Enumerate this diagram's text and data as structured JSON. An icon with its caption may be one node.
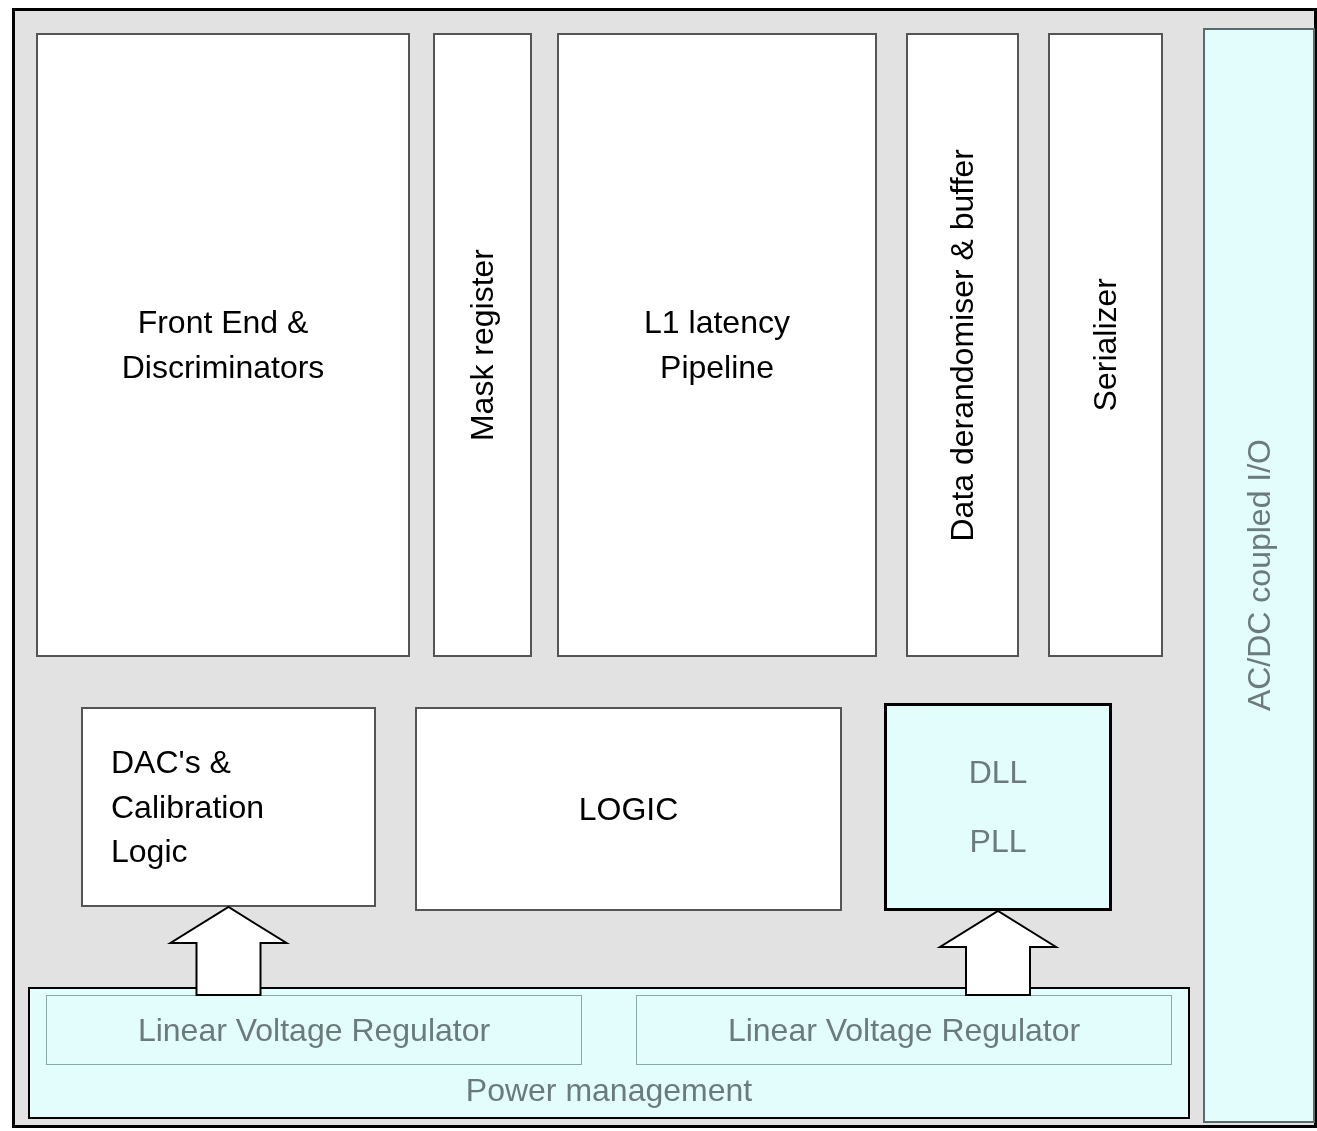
{
  "diagram": {
    "nodes": [
      {
        "text": [
          "Front End & Discriminators"
        ]
      },
      {
        "text": [
          "Mask register"
        ]
      },
      {
        "text": [
          "L1 latency Pipeline"
        ]
      },
      {
        "text": [
          "Data derandomiser & buffer"
        ]
      },
      {
        "text": [
          "Serializer"
        ]
      },
      {
        "text": [
          "AC/DC coupled I/O"
        ]
      },
      {
        "text": [
          "DAC's & Calibration Logic"
        ]
      },
      {
        "text": [
          "LOGIC"
        ]
      },
      {
        "text": [
          "DLL",
          "PLL"
        ]
      },
      {
        "text": [
          "Power management"
        ]
      },
      {
        "text": [
          "Linear Voltage Regulator"
        ],
        "in": 9
      },
      {
        "text": [
          "Linear Voltage Regulator"
        ],
        "in": 9
      }
    ],
    "edges": [
      {
        "from": 10,
        "to": 6,
        "arrow": "to",
        "style": "thick"
      },
      {
        "from": 11,
        "to": 8,
        "arrow": "to",
        "style": "thick"
      }
    ]
  }
}
